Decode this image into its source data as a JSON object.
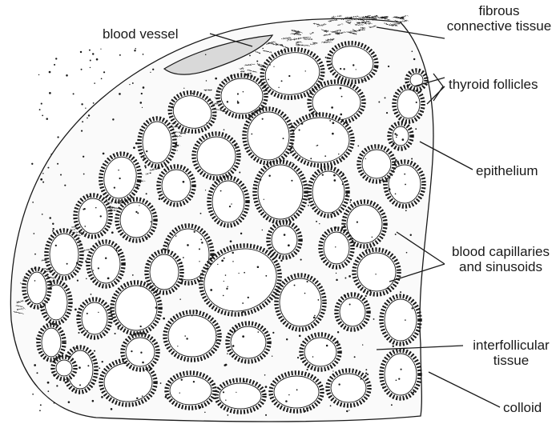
{
  "labels": {
    "fibrous_line1": "fibrous",
    "fibrous_line2": "connective tissue",
    "blood_vessel": "blood vessel",
    "thyroid_follicles": "thyroid follicles",
    "epithelium": "epithelium",
    "capillaries_line1": "blood capillaries",
    "capillaries_line2": "and sinusoids",
    "interfollicular_line1": "interfollicular",
    "interfollicular_line2": "tissue",
    "colloid": "colloid"
  },
  "colors": {
    "ink": "#1a1a1a",
    "background": "#ffffff"
  }
}
